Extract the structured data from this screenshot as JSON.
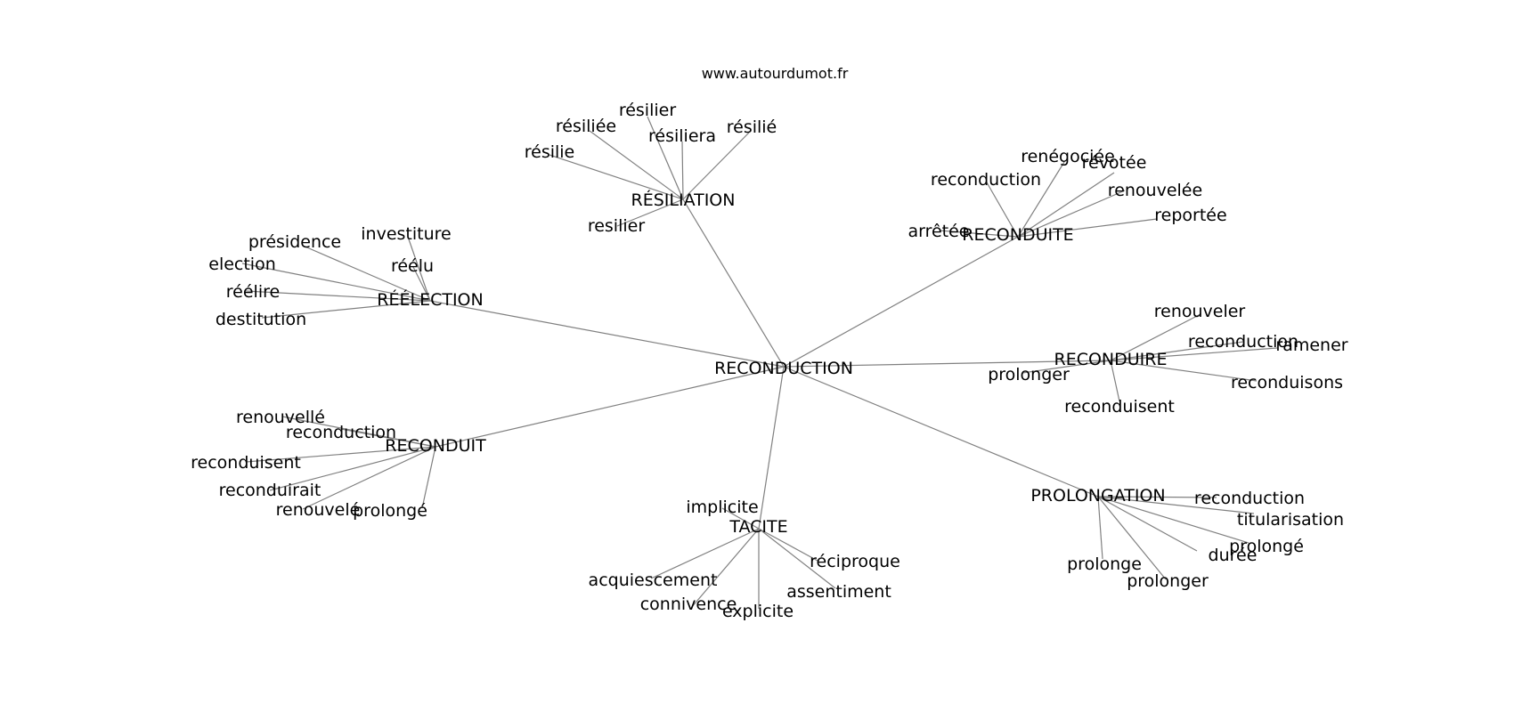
{
  "site": "www.autourdumot.fr",
  "center": {
    "label": "RECONDUCTION"
  },
  "hubs": [
    {
      "id": "resiliation",
      "label": "RÉSILIATION",
      "leaves": [
        "résilier",
        "résiliée",
        "résiliera",
        "résilié",
        "résilie",
        "resilier"
      ]
    },
    {
      "id": "reconduite",
      "label": "RECONDUITE",
      "leaves": [
        "renégociée",
        "révotée",
        "reconduction",
        "renouvelée",
        "reportée",
        "arrêtée"
      ]
    },
    {
      "id": "reelection",
      "label": "RÉÉLECTION",
      "leaves": [
        "investiture",
        "présidence",
        "réélu",
        "election",
        "réélire",
        "destitution"
      ]
    },
    {
      "id": "reconduire",
      "label": "RECONDUIRE",
      "leaves": [
        "renouveler",
        "reconduction",
        "ramener",
        "prolonger",
        "reconduisons",
        "reconduisent"
      ]
    },
    {
      "id": "reconduit",
      "label": "RECONDUIT",
      "leaves": [
        "renouvellé",
        "reconduction",
        "reconduisent",
        "reconduirait",
        "renouvelé",
        "prolongé"
      ]
    },
    {
      "id": "prolongation",
      "label": "PROLONGATION",
      "leaves": [
        "reconduction",
        "titularisation",
        "prolongé",
        "durée",
        "prolonge",
        "prolonger"
      ]
    },
    {
      "id": "tacite",
      "label": "TACITE",
      "leaves": [
        "implicite",
        "réciproque",
        "acquiescement",
        "assentiment",
        "connivence",
        "explicite"
      ]
    }
  ]
}
